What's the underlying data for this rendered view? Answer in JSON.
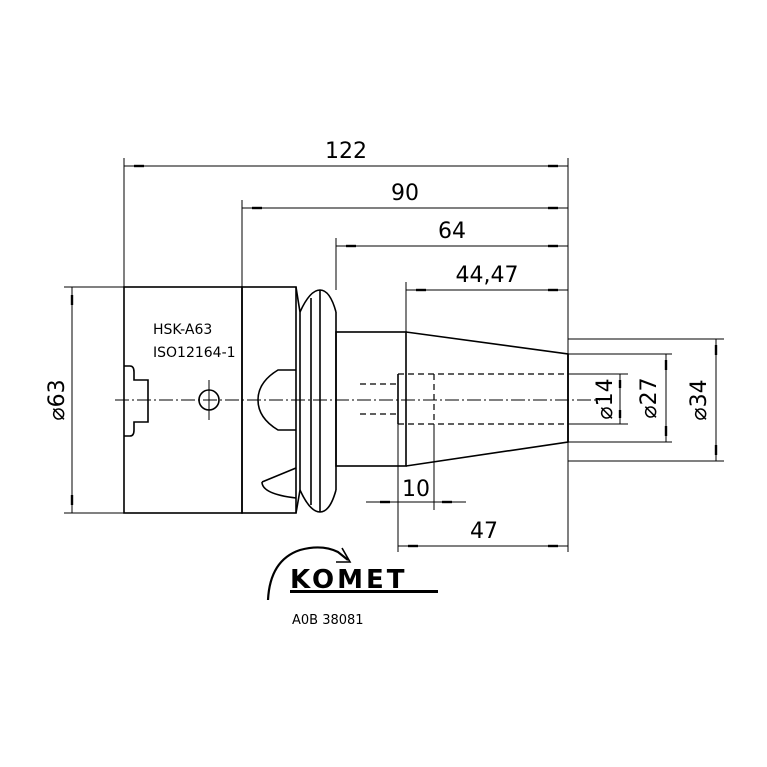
{
  "dimensions": {
    "overall_length": "122",
    "body_to_end": "90",
    "flange_to_end": "64",
    "taper_length": "44,47",
    "bore_depth": "10",
    "taper_end_length": "47",
    "flange_diameter": "⌀63",
    "bore_diameter_small": "⌀14",
    "bore_diameter_mid": "⌀27",
    "nose_diameter": "⌀34"
  },
  "labels": {
    "interface_standard": "HSK-A63",
    "iso_norm": "ISO12164-1"
  },
  "brand": {
    "name": "KOMET",
    "part_code": "A0B 38081"
  }
}
